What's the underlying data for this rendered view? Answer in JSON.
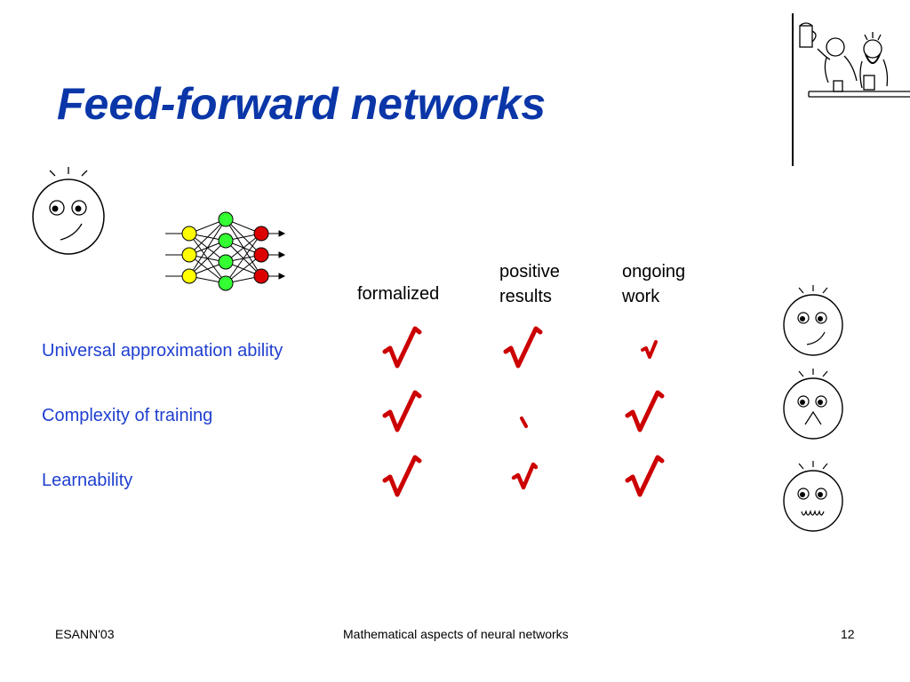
{
  "slide": {
    "title": "Feed-forward networks",
    "columns": [
      "formalized",
      "positive results",
      "ongoing work"
    ],
    "rows": [
      {
        "label": "Universal approximation ability"
      },
      {
        "label": "Complexity of training"
      },
      {
        "label": "Learnability"
      }
    ]
  },
  "footer": {
    "left": "ESANN'03",
    "center": "Mathematical aspects of neural networks",
    "page": "12"
  },
  "colors": {
    "title": "#0a36a8",
    "row_label": "#1f3fd0",
    "check": "#cc0000",
    "input_node": "#ffff00",
    "hidden_node": "#33ff33",
    "output_node": "#dd0000"
  }
}
